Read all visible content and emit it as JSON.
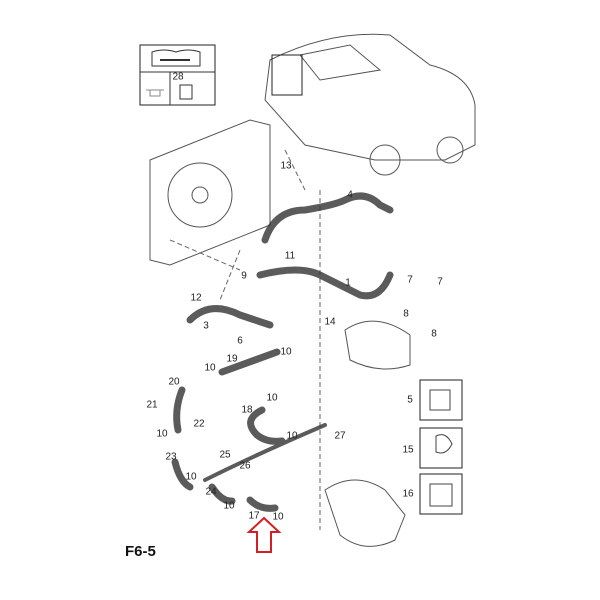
{
  "diagram_code": "F6-5",
  "tool_box_label": "28",
  "part_labels": [
    "13",
    "4",
    "9",
    "11",
    "1",
    "7",
    "7",
    "12",
    "8",
    "8",
    "14",
    "3",
    "6",
    "19",
    "10",
    "10",
    "20",
    "21",
    "22",
    "18",
    "10",
    "10",
    "10",
    "27",
    "23",
    "25",
    "26",
    "10",
    "24",
    "10",
    "17",
    "10",
    "5",
    "15",
    "16"
  ],
  "highlight_arrow_color": "#d22020",
  "highlighted_part": "17"
}
